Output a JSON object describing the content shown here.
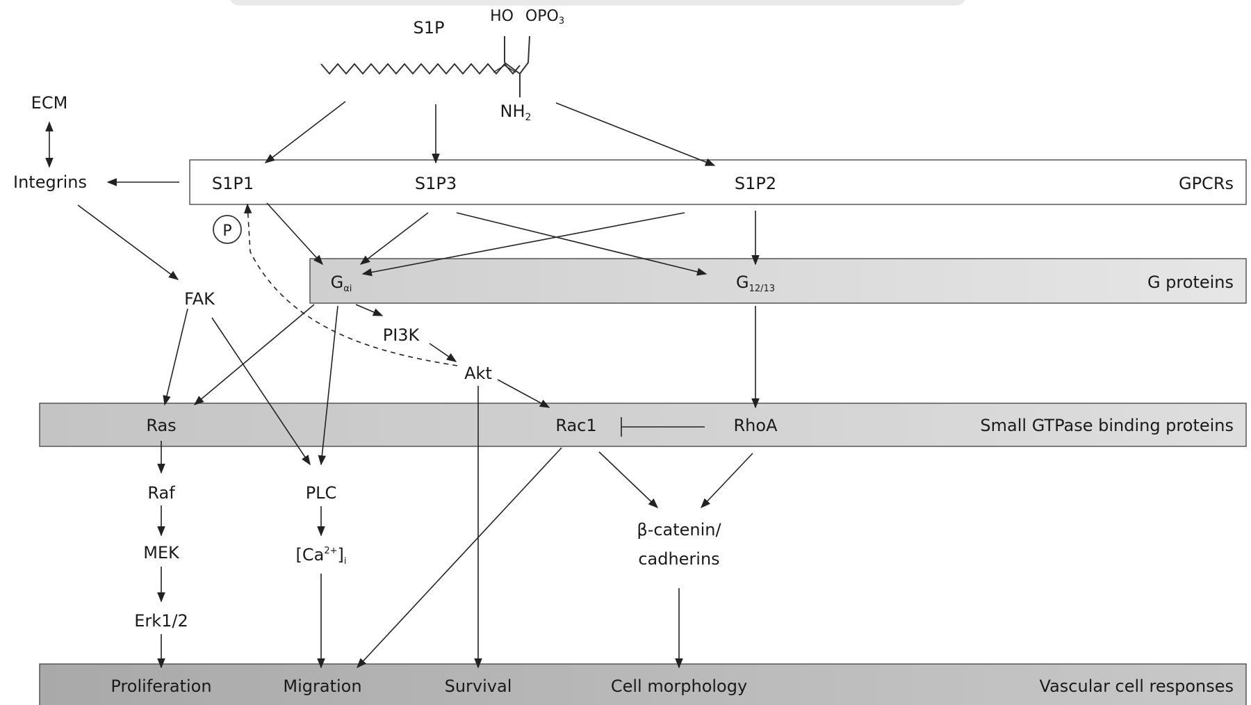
{
  "molecule": {
    "name": "S1P",
    "hydroxyl": "HO",
    "phosphate": "OPO",
    "phosphate_sub": "3",
    "amine": "NH",
    "amine_sub": "2"
  },
  "lanes": {
    "gpcrs": "GPCRs",
    "g_proteins": "G proteins",
    "small_gtpases": "Small GTPase binding proteins",
    "responses": "Vascular cell responses"
  },
  "nodes": {
    "ecm": "ECM",
    "integrins": "Integrins",
    "fak": "FAK",
    "p": "P",
    "s1p1": "S1P1",
    "s1p3": "S1P3",
    "s1p2": "S1P2",
    "gai": {
      "main": "G",
      "sub": "αi"
    },
    "g1213": {
      "main": "G",
      "sub": "12/13"
    },
    "pi3k": "PI3K",
    "akt": "Akt",
    "ras": "Ras",
    "rac1": "Rac1",
    "rhoa": "RhoA",
    "raf": "Raf",
    "mek": "MEK",
    "erk": "Erk1/2",
    "plc": "PLC",
    "ca": {
      "open": "[Ca",
      "sup": "2+",
      "close": "]",
      "sub": "i"
    },
    "catenin_line1": "β-catenin/",
    "catenin_line2": "cadherins"
  },
  "responses": {
    "proliferation": "Proliferation",
    "migration": "Migration",
    "survival": "Survival",
    "morphology": "Cell morphology"
  }
}
